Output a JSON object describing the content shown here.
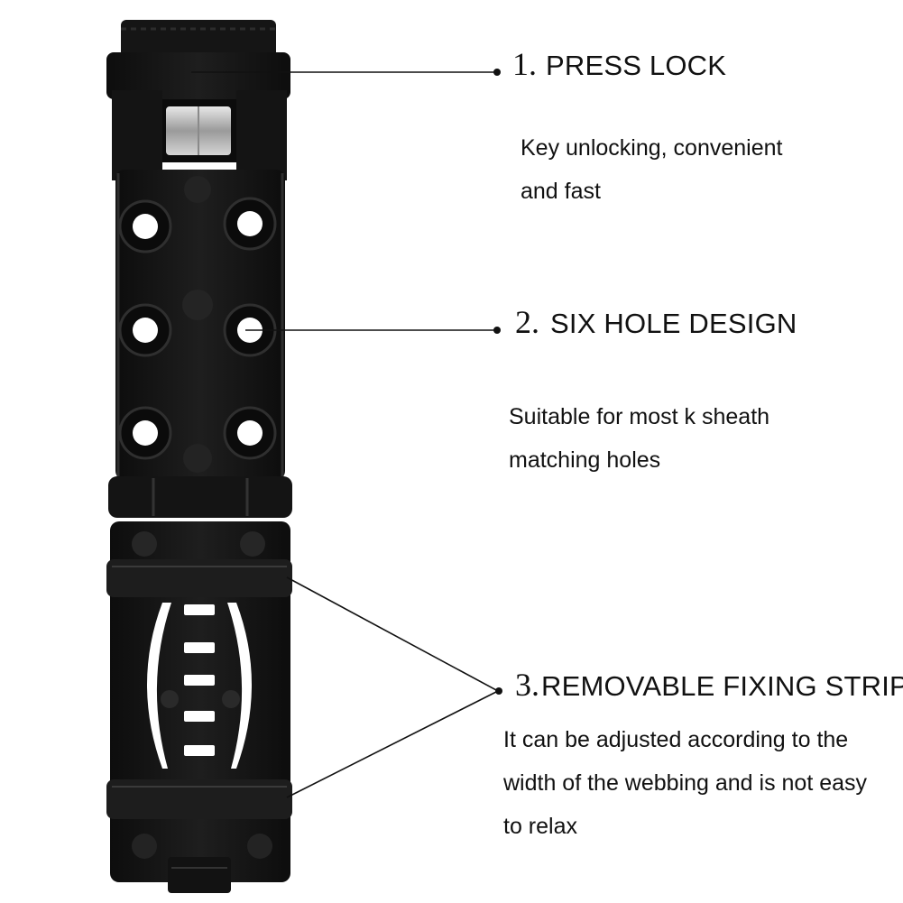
{
  "features": [
    {
      "number": "1.",
      "title": "PRESS LOCK",
      "lines": [
        "Key unlocking, convenient",
        "and fast"
      ]
    },
    {
      "number": "2.",
      "title": "SIX HOLE DESIGN",
      "lines": [
        "Suitable for most k sheath",
        "matching holes"
      ]
    },
    {
      "number": "3.",
      "title": "REMOVABLE FIXING STRIP",
      "lines": [
        "It can be adjusted according to the",
        "width of the webbing and is not easy",
        "to relax"
      ]
    }
  ],
  "colors": {
    "background": "#ffffff",
    "plastic": "#1a1a1a",
    "plastic_highlight": "#3a3a3a",
    "metal_spring": "#b9b9b9",
    "callout_line": "#111111"
  }
}
